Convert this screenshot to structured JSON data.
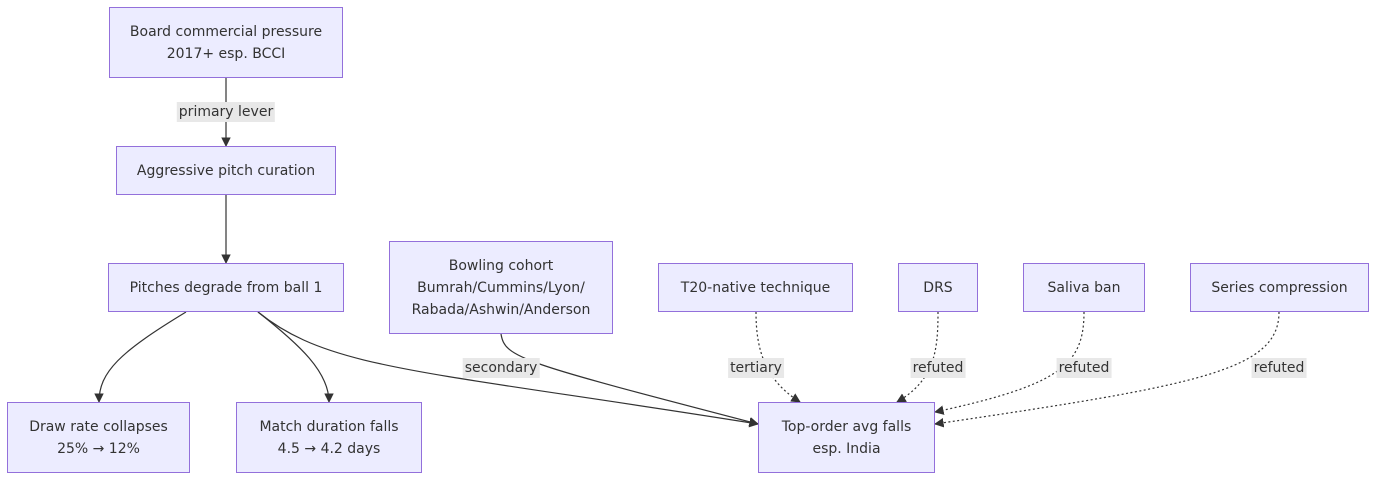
{
  "diagram": {
    "nodes": {
      "board": {
        "lines": [
          "Board commercial pressure",
          "2017+ esp. BCCI"
        ]
      },
      "pitch_curation": {
        "lines": [
          "Aggressive pitch curation"
        ]
      },
      "pitches_degrade": {
        "lines": [
          "Pitches degrade from ball 1"
        ]
      },
      "bowling_cohort": {
        "lines": [
          "Bowling cohort",
          "Bumrah/Cummins/Lyon/",
          "Rabada/Ashwin/Anderson"
        ]
      },
      "t20": {
        "lines": [
          "T20-native technique"
        ]
      },
      "drs": {
        "lines": [
          "DRS"
        ]
      },
      "saliva": {
        "lines": [
          "Saliva ban"
        ]
      },
      "series": {
        "lines": [
          "Series compression"
        ]
      },
      "draw_rate": {
        "lines": [
          "Draw rate collapses",
          "25% → 12%"
        ]
      },
      "duration": {
        "lines": [
          "Match duration falls",
          "4.5 → 4.2 days"
        ]
      },
      "top_order": {
        "lines": [
          "Top-order avg falls",
          "esp. India"
        ]
      }
    },
    "edges": [
      {
        "from": "board",
        "to": "pitch_curation",
        "style": "solid",
        "label": "primary lever"
      },
      {
        "from": "pitch_curation",
        "to": "pitches_degrade",
        "style": "solid",
        "label": ""
      },
      {
        "from": "pitches_degrade",
        "to": "draw_rate",
        "style": "solid",
        "label": ""
      },
      {
        "from": "pitches_degrade",
        "to": "duration",
        "style": "solid",
        "label": ""
      },
      {
        "from": "pitches_degrade",
        "to": "top_order",
        "style": "solid",
        "label": ""
      },
      {
        "from": "bowling_cohort",
        "to": "top_order",
        "style": "solid",
        "label": "secondary"
      },
      {
        "from": "t20",
        "to": "top_order",
        "style": "dotted",
        "label": "tertiary"
      },
      {
        "from": "drs",
        "to": "top_order",
        "style": "dotted",
        "label": "refuted"
      },
      {
        "from": "saliva",
        "to": "top_order",
        "style": "dotted",
        "label": "refuted"
      },
      {
        "from": "series",
        "to": "top_order",
        "style": "dotted",
        "label": "refuted"
      }
    ]
  }
}
